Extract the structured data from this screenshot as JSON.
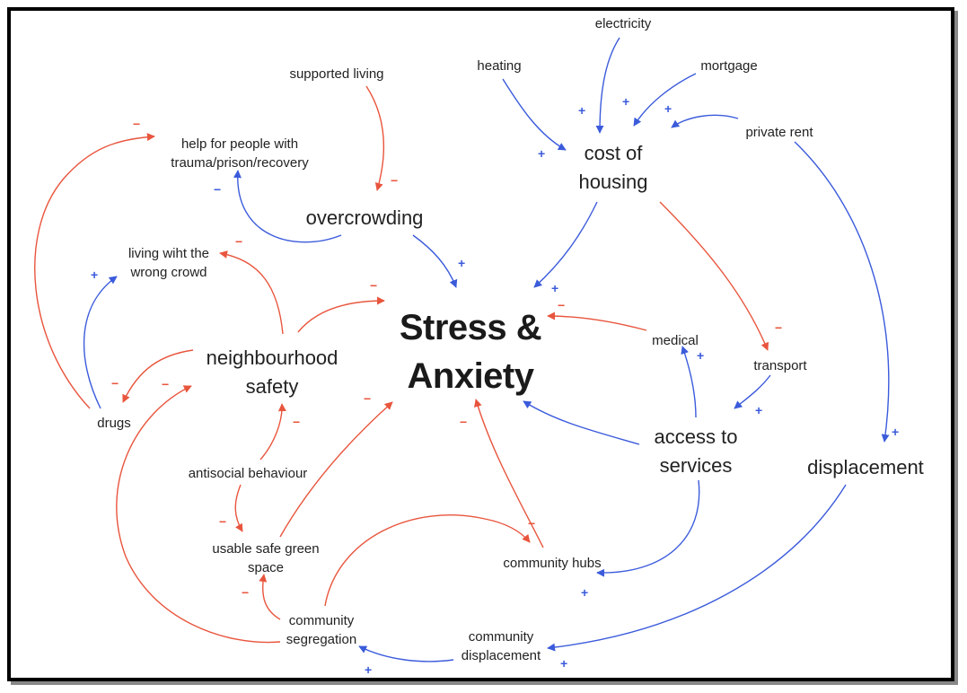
{
  "colors": {
    "positive": "#3b5bdb",
    "negative": "#e8553d",
    "text": "#222222",
    "frame": "#000000"
  },
  "nodes": {
    "stress_l1": "Stress &",
    "stress_l2": "Anxiety",
    "electricity": "electricity",
    "heating": "heating",
    "mortgage": "mortgage",
    "private_rent": "private rent",
    "cost_l1": "cost of",
    "cost_l2": "housing",
    "supported_living": "supported living",
    "help_l1": "help for people with",
    "help_l2": "trauma/prison/recovery",
    "overcrowding": "overcrowding",
    "wrong_l1": "living wiht the",
    "wrong_l2": "wrong crowd",
    "safety_l1": "neighbourhood",
    "safety_l2": "safety",
    "drugs": "drugs",
    "medical": "medical",
    "transport": "transport",
    "access_l1": "access to",
    "access_l2": "services",
    "displacement": "displacement",
    "antisocial": "antisocial behaviour",
    "green_l1": "usable safe green",
    "green_l2": "space",
    "hubs": "community hubs",
    "segregation_l1": "community",
    "segregation_l2": "segregation",
    "comdisp_l1": "community",
    "comdisp_l2": "displacement"
  },
  "polarity": {
    "plus": "+",
    "minus": "−"
  }
}
